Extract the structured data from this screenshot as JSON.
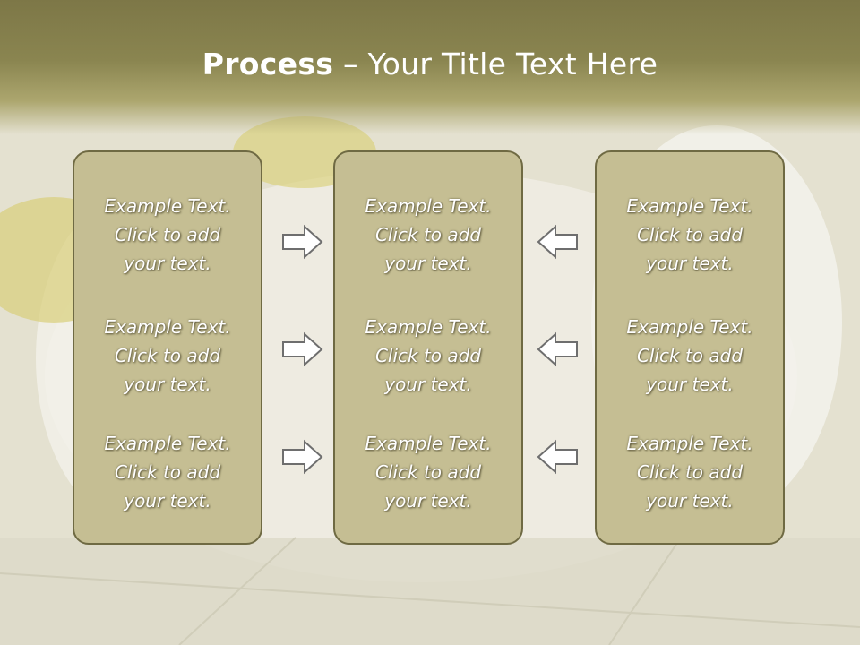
{
  "title": {
    "bold": "Process",
    "rest": " – Your Title Text Here"
  },
  "panels": [
    {
      "items": [
        {
          "l1": "Example Text.",
          "l2": "Click  to add",
          "l3": "your text."
        },
        {
          "l1": "Example Text.",
          "l2": "Click  to add",
          "l3": "your text."
        },
        {
          "l1": "Example Text.",
          "l2": "Click  to add",
          "l3": "your text."
        }
      ]
    },
    {
      "items": [
        {
          "l1": "Example Text.",
          "l2": "Click  to add",
          "l3": "your text."
        },
        {
          "l1": "Example Text.",
          "l2": "Click  to add",
          "l3": "your text."
        },
        {
          "l1": "Example Text.",
          "l2": "Click  to add",
          "l3": "your text."
        }
      ]
    },
    {
      "items": [
        {
          "l1": "Example Text.",
          "l2": "Click  to add",
          "l3": "your text."
        },
        {
          "l1": "Example Text.",
          "l2": "Click  to add",
          "l3": "your text."
        },
        {
          "l1": "Example Text.",
          "l2": "Click  to add",
          "l3": "your text."
        }
      ]
    }
  ],
  "colors": {
    "header": "#8a8550",
    "panel": "#c5be93",
    "panel_border": "#6f6a43",
    "arrow_stroke": "#6e6e6e"
  },
  "icons": {
    "right_arrows": "right-arrow-icon",
    "left_arrows": "left-arrow-icon"
  }
}
